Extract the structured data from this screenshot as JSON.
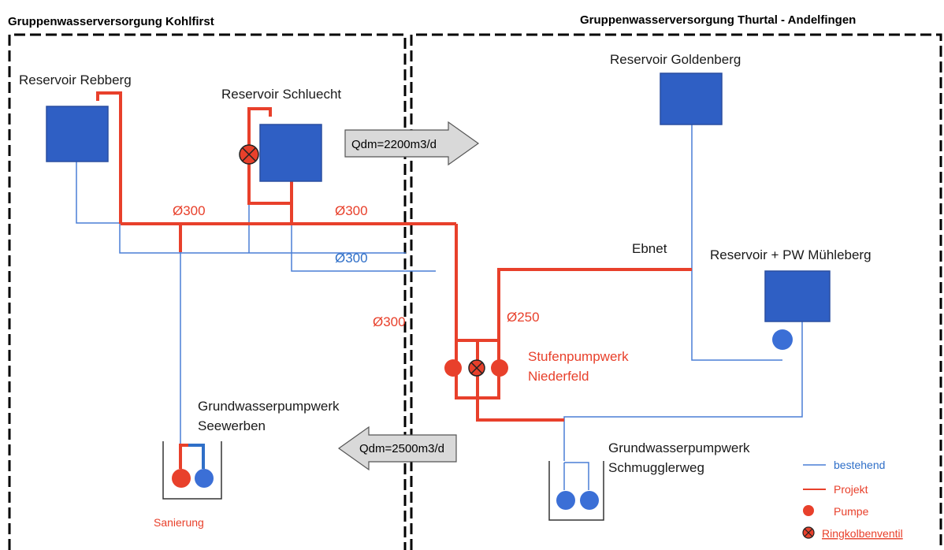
{
  "colors": {
    "pipe_existing": "#4a7fd6",
    "pipe_project": "#e8402b",
    "reservoir_fill": "#2f5fc4",
    "reservoir_stroke": "#2a4fa0",
    "pump_red": "#e8402b",
    "pump_blue": "#3b6fd6",
    "arrow_fill": "#d9d9d9"
  },
  "regions": {
    "left_title": "Gruppenwasserversorgung Kohlfirst",
    "right_title": "Gruppenwasserversorgung Thurtal - Andelfingen"
  },
  "reservoirs": {
    "rebberg": "Reservoir Rebberg",
    "schluecht": "Reservoir Schluecht",
    "goldenberg": "Reservoir Goldenberg",
    "muehleberg": "Reservoir  + PW Mühleberg"
  },
  "labels": {
    "ebnet": "Ebnet",
    "gw_seewerben_1": "Grundwasserpumpwerk",
    "gw_seewerben_2": "Seewerben",
    "gw_schmuggler_1": "Grundwasserpumpwerk",
    "gw_schmuggler_2": "Schmugglerweg",
    "stufen_1": "Stufenpumpwerk",
    "stufen_2": "Niederfeld",
    "sanierung": "Sanierung"
  },
  "dimensions": {
    "d1": "Ø300",
    "d2": "Ø300",
    "d3": "Ø300",
    "d4": "Ø300",
    "d5": "Ø250"
  },
  "flows": {
    "to_right": "Qdm=2200m3/d",
    "to_left": "Qdm=2500m3/d"
  },
  "legend": {
    "existing": "bestehend",
    "project": "Projekt",
    "pump": "Pumpe",
    "valve": "Ringkolbenventil"
  }
}
